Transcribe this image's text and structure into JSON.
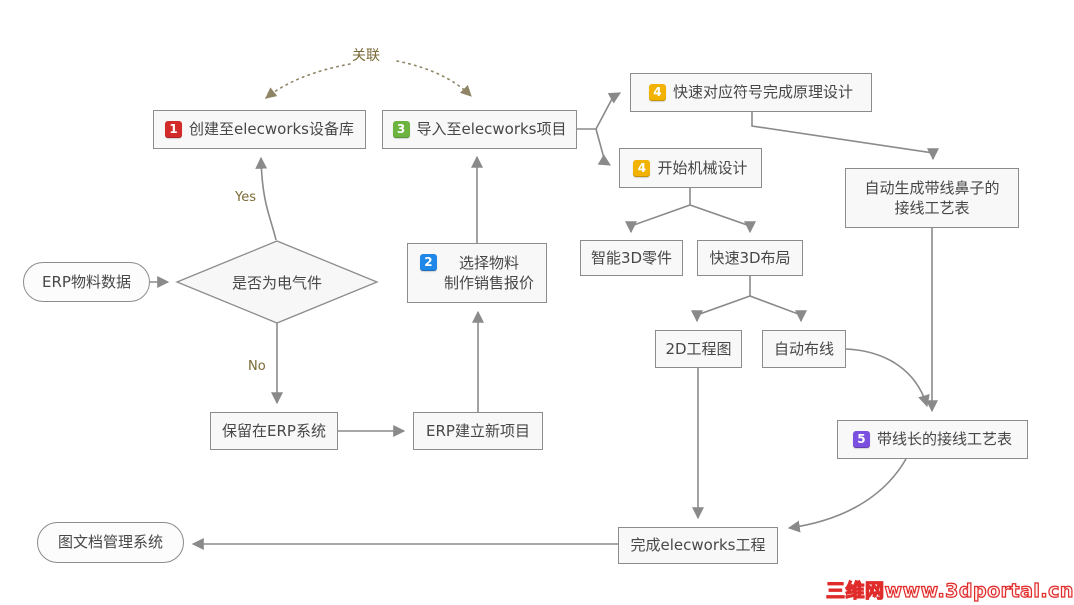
{
  "diagram": {
    "labels": {
      "association": "关联",
      "yes": "Yes",
      "no": "No"
    },
    "nodes": {
      "create_device_lib": {
        "badge": "1",
        "badge_color": "#d32a2a",
        "label": "创建至elecworks设备库"
      },
      "import_project": {
        "badge": "3",
        "badge_color": "#6cb33f",
        "label": "导入至elecworks项目"
      },
      "symbol_design": {
        "badge": "4",
        "badge_color": "#f2b200",
        "label": "快速对应符号完成原理设计"
      },
      "mech_design": {
        "badge": "4",
        "badge_color": "#f2b200",
        "label": "开始机械设计"
      },
      "wire_lug_table": {
        "label": "自动生成带线鼻子的\n接线工艺表"
      },
      "smart_3d_parts": {
        "label": "智能3D零件"
      },
      "fast_3d_layout": {
        "label": "快速3D布局"
      },
      "drawing_2d": {
        "label": "2D工程图"
      },
      "auto_routing": {
        "label": "自动布线"
      },
      "wire_length_table": {
        "badge": "5",
        "badge_color": "#7b4fe0",
        "label": "带线长的接线工艺表"
      },
      "erp_material_data": {
        "label": "ERP物料数据"
      },
      "is_electrical": {
        "label": "是否为电气件"
      },
      "select_material": {
        "badge": "2",
        "badge_color": "#1f87e8",
        "label": "选择物料\n制作销售报价"
      },
      "keep_in_erp": {
        "label": "保留在ERP系统"
      },
      "erp_new_project": {
        "label": "ERP建立新项目"
      },
      "finish_project": {
        "label": "完成elecworks工程"
      },
      "doc_mgmt_system": {
        "label": "图文档管理系统"
      }
    },
    "watermark": "三维网www.3dportal.cn",
    "colors": {
      "line": "#8a8a8a",
      "dotted_line": "#8f8566",
      "box_border": "#8c8c8c",
      "box_fill": "#f8f8f8",
      "text": "#474747",
      "decision_label": "#7a6a35",
      "watermark_red": "#e02b2b"
    }
  }
}
